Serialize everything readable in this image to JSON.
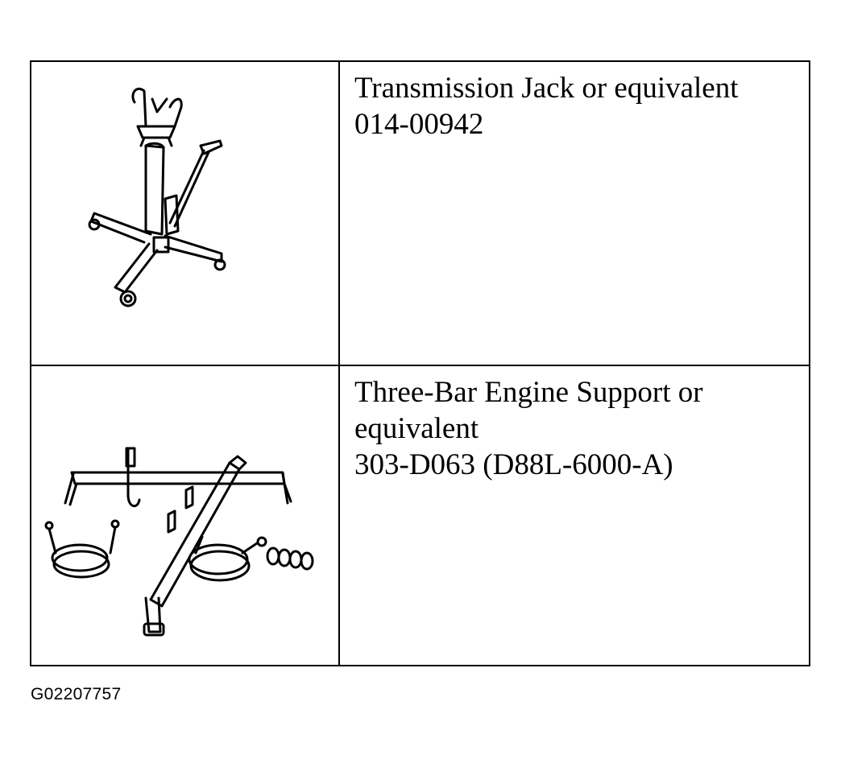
{
  "rows": [
    {
      "tool_name": "Transmission Jack or equivalent",
      "part_number": "014-00942",
      "illustration_icon": "transmission-jack-icon"
    },
    {
      "tool_name": "Three-Bar Engine Support or equivalent",
      "part_number": "303-D063 (D88L-6000-A)",
      "illustration_icon": "three-bar-engine-support-icon"
    }
  ],
  "figure_id": "G02207757"
}
